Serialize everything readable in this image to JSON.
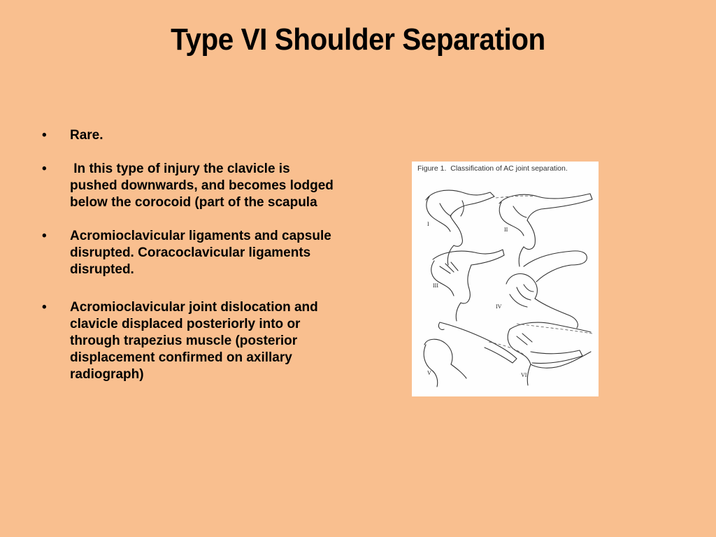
{
  "slide": {
    "title": "Type VI Shoulder Separation",
    "bullets": [
      {
        "marker": "•",
        "text": "Rare."
      },
      {
        "marker": "•",
        "text": " In this type of injury the clavicle is pushed downwards, and becomes lodged below the corocoid (part of the scapula"
      },
      {
        "marker": "•",
        "text": "Acromioclavicular ligaments and capsule disrupted. Coracoclavicular ligaments disrupted."
      },
      {
        "marker": "•",
        "text": "Acromioclavicular joint dislocation and clavicle displaced posteriorly into or through trapezius muscle (posterior displacement confirmed on axillary radiograph)"
      }
    ]
  },
  "figure": {
    "caption": "Figure 1.  Classification of AC joint separation.",
    "panels": [
      "I",
      "II",
      "III",
      "IV",
      "V",
      "VI"
    ]
  },
  "colors": {
    "background": "#f9bf8f",
    "text": "#000000",
    "figure_background": "#fefefe"
  }
}
